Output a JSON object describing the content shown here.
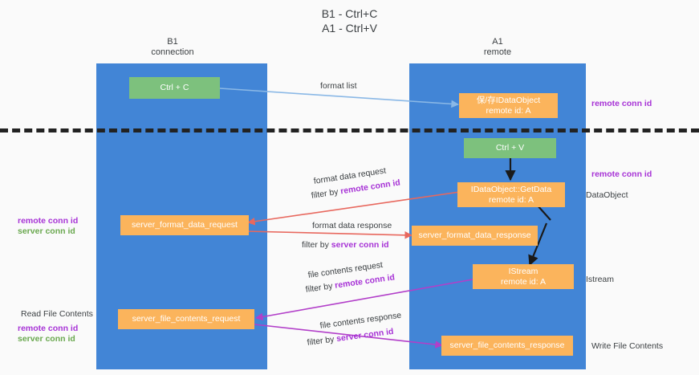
{
  "title": {
    "line1": "B1 - Ctrl+C",
    "line2": "A1 - Ctrl+V"
  },
  "columns": [
    {
      "name": "B1",
      "role": "connection"
    },
    {
      "name": "A1",
      "role": "remote"
    }
  ],
  "nodes": {
    "ctrl_c": {
      "label": "Ctrl + C"
    },
    "ctrl_v": {
      "label": "Ctrl + V"
    },
    "idataobject_store": {
      "line1": "保/存IDataObject",
      "line2": "remote id: A"
    },
    "idataobject_getdata": {
      "line1": "IDataObject::GetData",
      "line2": "remote id: A"
    },
    "istream": {
      "line1": "IStream",
      "line2": "remote id: A"
    },
    "server_format_data_request": {
      "label": "server_format_data_request"
    },
    "server_format_data_response": {
      "label": "server_format_data_response"
    },
    "server_file_contents_request": {
      "label": "server_file_contents_request"
    },
    "server_file_contents_response": {
      "label": "server_file_contents_response"
    }
  },
  "edge_labels": {
    "format_list": "format list",
    "format_data_request": "format data request",
    "format_data_request_filter_prefix": "filter by ",
    "format_data_request_filter_key": "remote conn id",
    "format_data_response": "format data response",
    "format_data_response_filter_prefix": "filter by ",
    "format_data_response_filter_key": "server conn id",
    "file_contents_request": "file contents request",
    "file_contents_request_filter_prefix": "filter by ",
    "file_contents_request_filter_key": "remote conn id",
    "file_contents_response": "file contents response",
    "file_contents_response_filter_prefix": "filter by ",
    "file_contents_response_filter_key": "server conn id"
  },
  "side_labels": {
    "right_top_remote_conn_id": "remote conn id",
    "right_mid_remote_conn_id": "remote conn id",
    "right_dataobject": "DataObject",
    "right_istream": "Istream",
    "right_write_file_contents": "Write File Contents",
    "left_remote_conn_id": "remote conn id",
    "left_server_conn_id": "server conn id",
    "left_read_file_contents": "Read File Contents",
    "left_remote_conn_id_2": "remote conn id",
    "left_server_conn_id_2": "server conn id"
  },
  "colors": {
    "lane": "#4285d6",
    "green_node": "#7dc17d",
    "orange_node": "#fbb45c",
    "purple": "#a733d6",
    "green_text": "#6aa84f",
    "blue_arrow": "#8ab8e6",
    "red_arrow": "#e8685e",
    "magenta_arrow": "#b23fc9",
    "black_arrow": "#1a1a1a",
    "background": "#fafafa"
  }
}
